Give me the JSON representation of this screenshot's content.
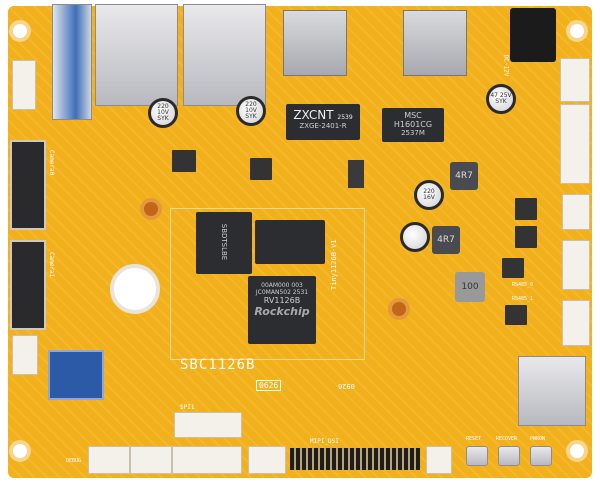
{
  "board": {
    "model": "SBC1126B",
    "date_code": "0626",
    "date_code_2": "0926",
    "color": "#f1b01c"
  },
  "module": {
    "name": "Tiny1126B-V1",
    "soc_brand": "Rockchip",
    "soc_part": "RV1126B",
    "soc_lot": "JC0MAN502 2531",
    "soc_code": "00AM000 003",
    "ram_label": "SBDTSLBE"
  },
  "chips": {
    "eth1_brand": "ZXCNT",
    "eth1_code": "2539",
    "eth1_part": "ZXGE-2401-R",
    "eth2_brand": "MSC",
    "eth2_part": "H1601CG",
    "eth2_code": "2537M"
  },
  "components": {
    "cap1": "220 10V SYK",
    "cap2": "220 10V SYK",
    "cap3": "47 25V SYK",
    "cap4": "220 16V",
    "inductor1": "4R7",
    "inductor2": "4R7",
    "inductor3": "100"
  },
  "silkscreen": {
    "camera0": "Camera0",
    "camera1": "Camera1",
    "spi1": "SPI1",
    "mipi": "MIPI_DSI",
    "reset": "RESET",
    "recover": "RECOVER",
    "pwron": "PWRON",
    "debug": "DEBUG",
    "dc": "DC-12V",
    "rs485_0": "RS485_0",
    "rs485_1": "RS485_1"
  }
}
